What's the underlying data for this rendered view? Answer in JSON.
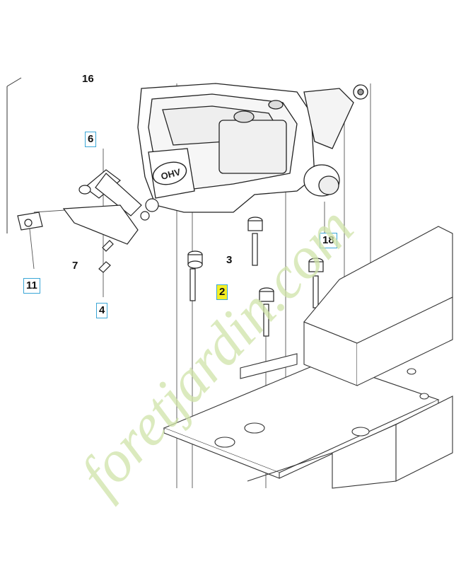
{
  "callouts": {
    "c6": "6",
    "c11": "11",
    "c7": "7",
    "c4": "4",
    "c3": "3",
    "c2": "2",
    "c18": "18",
    "c16": "16"
  },
  "engine_badge": "OHV",
  "watermark": {
    "text": "foretjardin.com",
    "colors": [
      "#c8dfa0",
      "#f3c89a",
      "#d8c7b0"
    ]
  },
  "colors": {
    "callout_border": "#3aa6d6",
    "highlight": "#f5ef22",
    "line": "#222222"
  }
}
